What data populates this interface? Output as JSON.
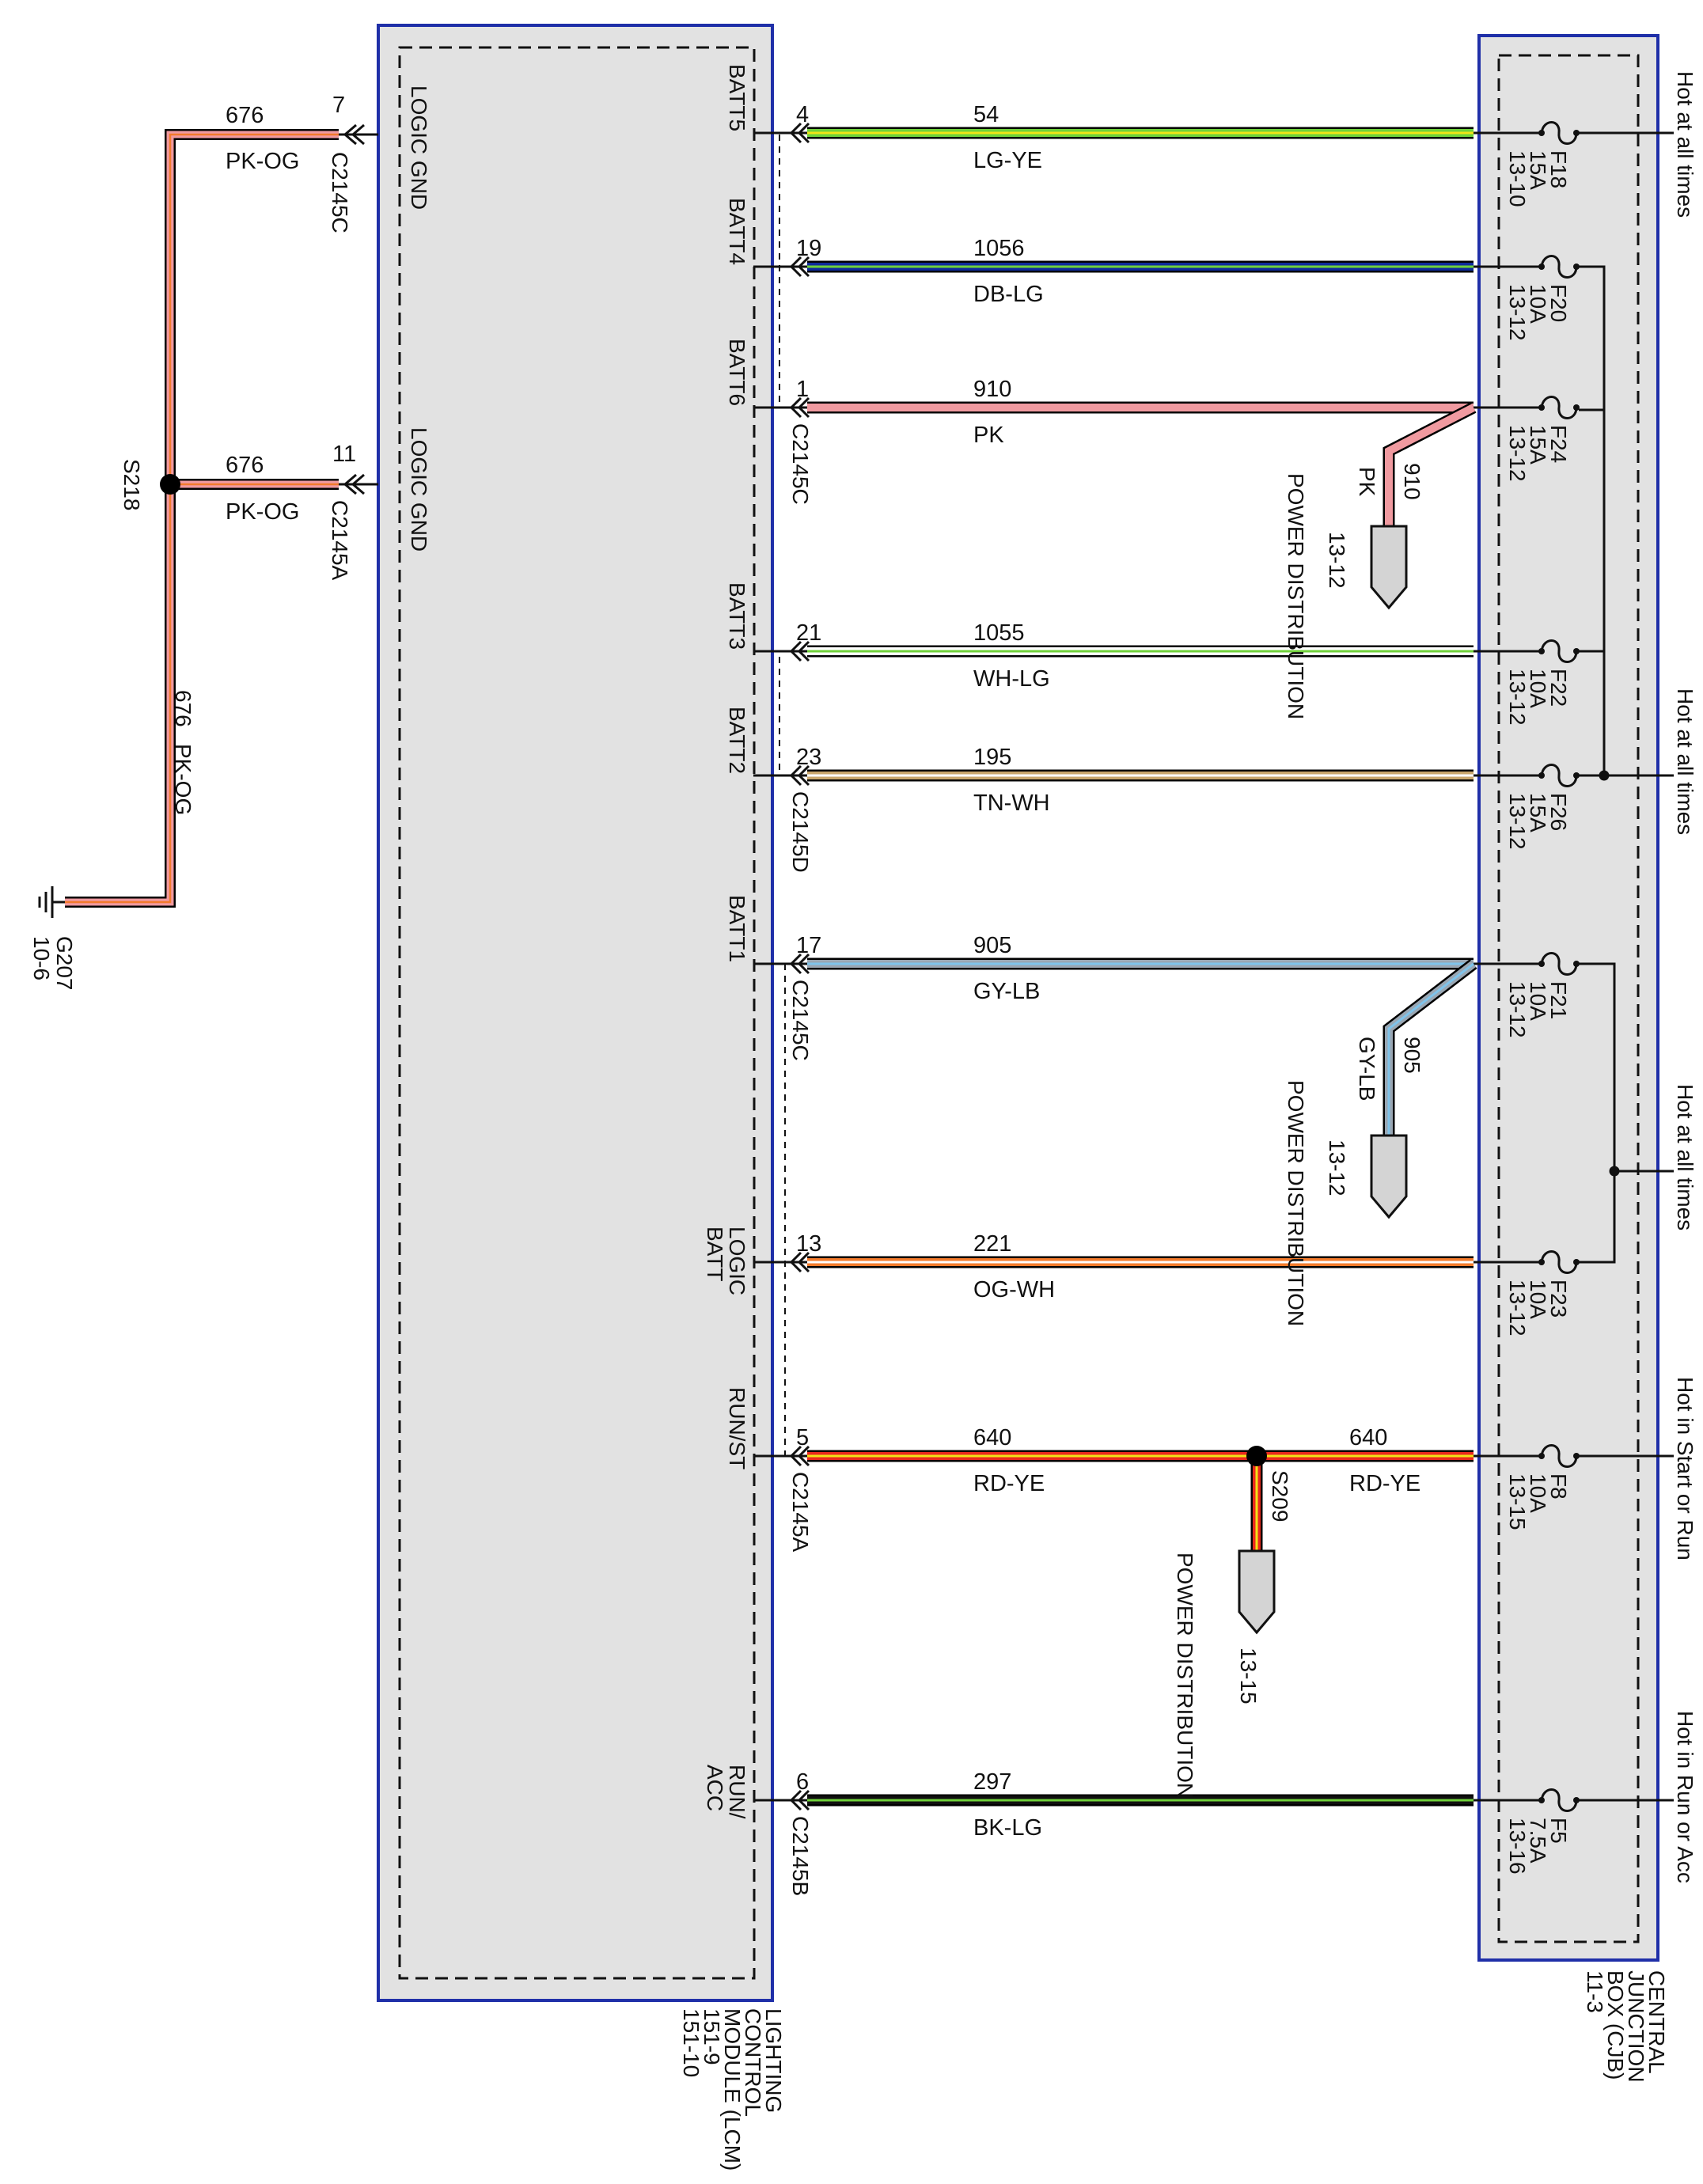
{
  "colors": {
    "module_fill": "#e2e2e2",
    "module_border": "#1f2fa8",
    "wire_outline": "#000000",
    "LG": "#6fd13a",
    "YE": "#f1e316",
    "DB": "#0d2a9a",
    "PK": "#f09aa0",
    "WH": "#ffffff",
    "TN": "#c9a66b",
    "GY": "#9aa7b3",
    "LB": "#7fc3ea",
    "OG": "#f37b2c",
    "RD": "#ea2a1e",
    "BK": "#101010"
  },
  "icons": {
    "connector_arrow": "connector-arrow-icon",
    "fuse": "fuse-icon",
    "ground": "ground-icon",
    "splice": "splice-dot-icon",
    "page_reference": "page-reference-icon"
  },
  "lcm": {
    "name_lines": [
      "LIGHTING",
      "CONTROL",
      "MODULE (LCM)",
      "151-9",
      "151-10"
    ]
  },
  "cjb": {
    "name_lines": [
      "CENTRAL",
      "JUNCTION",
      "BOX (CJB)",
      "11-3"
    ]
  },
  "ground_wires": [
    {
      "pin": "7",
      "circuit": "676",
      "color": "PK-OG",
      "connector": "C2145C",
      "function": "LOGIC GND"
    },
    {
      "pin": "11",
      "circuit": "676",
      "color": "PK-OG",
      "connector": "C2145A",
      "function": "LOGIC GND"
    }
  ],
  "ground": {
    "splice": "S218",
    "wire_circuit": "676",
    "wire_color": "PK-OG",
    "id": "G207",
    "page_ref": "10-6"
  },
  "wires": [
    {
      "function": "BATT5",
      "pin": "4",
      "connector": "",
      "circuit": "54",
      "color": "LG-YE",
      "fuse": "F18",
      "rating": "15A",
      "fuse_ref": "13-10",
      "base": "LG",
      "stripe": "YE"
    },
    {
      "function": "BATT4",
      "pin": "19",
      "connector": "",
      "circuit": "1056",
      "color": "DB-LG",
      "fuse": "F20",
      "rating": "10A",
      "fuse_ref": "13-12",
      "base": "DB",
      "stripe": "LG"
    },
    {
      "function": "BATT6",
      "pin": "1",
      "connector": "C2145C",
      "circuit": "910",
      "color": "PK",
      "fuse": "F24",
      "rating": "15A",
      "fuse_ref": "13-12",
      "base": "PK",
      "stripe": "PK"
    },
    {
      "function": "BATT3",
      "pin": "21",
      "connector": "",
      "circuit": "1055",
      "color": "WH-LG",
      "fuse": "F22",
      "rating": "10A",
      "fuse_ref": "13-12",
      "base": "WH",
      "stripe": "LG"
    },
    {
      "function": "BATT2",
      "pin": "23",
      "connector": "C2145D",
      "circuit": "195",
      "color": "TN-WH",
      "fuse": "F26",
      "rating": "15A",
      "fuse_ref": "13-12",
      "base": "TN",
      "stripe": "WH"
    },
    {
      "function": "BATT1",
      "pin": "17",
      "connector": "C2145C",
      "circuit": "905",
      "color": "GY-LB",
      "fuse": "F21",
      "rating": "10A",
      "fuse_ref": "13-12",
      "base": "GY",
      "stripe": "LB"
    },
    {
      "function": "LOGIC BATT",
      "pin": "13",
      "connector": "",
      "circuit": "221",
      "color": "OG-WH",
      "fuse": "F23",
      "rating": "10A",
      "fuse_ref": "13-12",
      "base": "OG",
      "stripe": "WH"
    },
    {
      "function": "RUN/ST",
      "pin": "5",
      "connector": "C2145A",
      "circuit": "640",
      "color": "RD-YE",
      "fuse": "F8",
      "rating": "10A",
      "fuse_ref": "13-15",
      "base": "RD",
      "stripe": "YE"
    },
    {
      "function": "RUN/ ACC",
      "pin": "6",
      "connector": "C2145B",
      "circuit": "297",
      "color": "BK-LG",
      "fuse": "F5",
      "rating": "7.5A",
      "fuse_ref": "13-16",
      "base": "BK",
      "stripe": "LG"
    }
  ],
  "power_branches": [
    {
      "circuit": "910",
      "color": "PK",
      "destination": "POWER DISTRIBUTION",
      "page_ref": "13-12"
    },
    {
      "circuit": "905",
      "color": "GY-LB",
      "destination": "POWER DISTRIBUTION",
      "page_ref": "13-12"
    }
  ],
  "run_splice": {
    "splice": "S209",
    "circuit": "640",
    "color": "RD-YE",
    "destination": "POWER DISTRIBUTION",
    "page_ref": "13-15"
  },
  "supply_labels": [
    "Hot at all times",
    "Hot at all times",
    "Hot at all times",
    "Hot in Start or Run",
    "Hot in Run or Acc"
  ]
}
